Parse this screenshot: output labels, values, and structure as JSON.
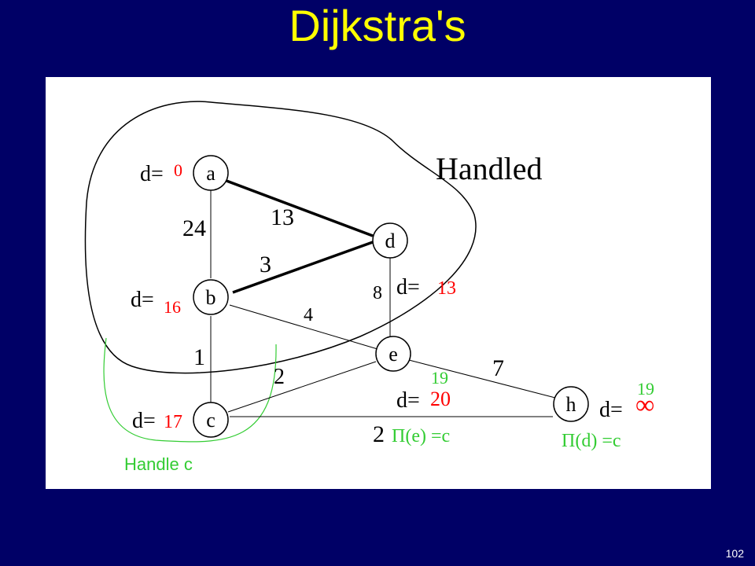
{
  "slide": {
    "title": "Dijkstra's",
    "page_number": "102",
    "background_color": "#000066",
    "title_color": "#ffff00"
  },
  "colors": {
    "edge": "#000000",
    "distance_value": "#ff0000",
    "annotation": "#33cc33",
    "canvas": "#ffffff"
  },
  "diagram": {
    "region_label": "Handled",
    "handle_label": "Handle c",
    "nodes": [
      {
        "id": "a",
        "label": "a"
      },
      {
        "id": "b",
        "label": "b"
      },
      {
        "id": "c",
        "label": "c"
      },
      {
        "id": "d",
        "label": "d"
      },
      {
        "id": "e",
        "label": "e"
      },
      {
        "id": "h",
        "label": "h"
      }
    ],
    "edges": [
      {
        "from": "a",
        "to": "d",
        "weight": "13",
        "highlighted": true
      },
      {
        "from": "b",
        "to": "d",
        "weight": "3",
        "highlighted": true
      },
      {
        "from": "a",
        "to": "b",
        "weight": "24",
        "highlighted": false
      },
      {
        "from": "b",
        "to": "c",
        "weight": "1",
        "highlighted": false
      },
      {
        "from": "b",
        "to": "e",
        "weight": "4",
        "highlighted": false
      },
      {
        "from": "d",
        "to": "e",
        "weight": "8",
        "highlighted": false
      },
      {
        "from": "c",
        "to": "e",
        "weight": "2",
        "highlighted": false
      },
      {
        "from": "e",
        "to": "h",
        "weight": "7",
        "highlighted": false
      },
      {
        "from": "c",
        "to": "h",
        "weight": "2",
        "highlighted": false
      }
    ],
    "distances": {
      "d_prefix": "d=",
      "a": "0",
      "b": "16",
      "c": "17",
      "d": "13",
      "e": "20",
      "e_new": "19",
      "h": "∞",
      "h_new": "19"
    },
    "predecessors": {
      "e": "Π(e) =c",
      "d": "Π(d) =c"
    }
  }
}
